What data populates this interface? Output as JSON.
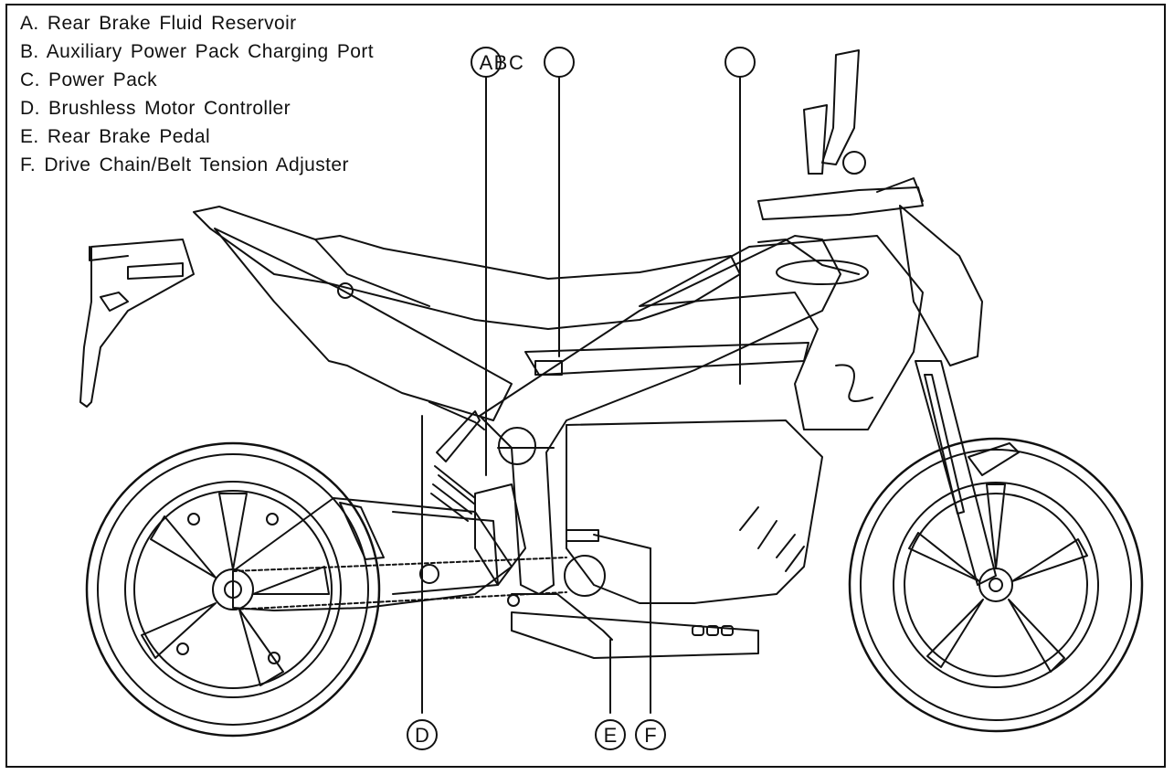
{
  "legend": {
    "items": [
      {
        "key": "A",
        "text": "A. Rear Brake Fluid Reservoir"
      },
      {
        "key": "B",
        "text": "B.  Auxiliary Power Pack Charging Port"
      },
      {
        "key": "C",
        "text": "C. Power Pack"
      },
      {
        "key": "D",
        "text": "D. Brushless Motor Controller"
      },
      {
        "key": "E",
        "text": "E. Rear Brake Pedal"
      },
      {
        "key": "F",
        "text": "F. Drive Chain/Belt Tension Adjuster"
      }
    ]
  },
  "callouts": {
    "A": "A",
    "B": "B",
    "C": "C",
    "D": "D",
    "E": "E",
    "F": "F"
  },
  "colors": {
    "line": "#111111",
    "background": "#ffffff"
  }
}
